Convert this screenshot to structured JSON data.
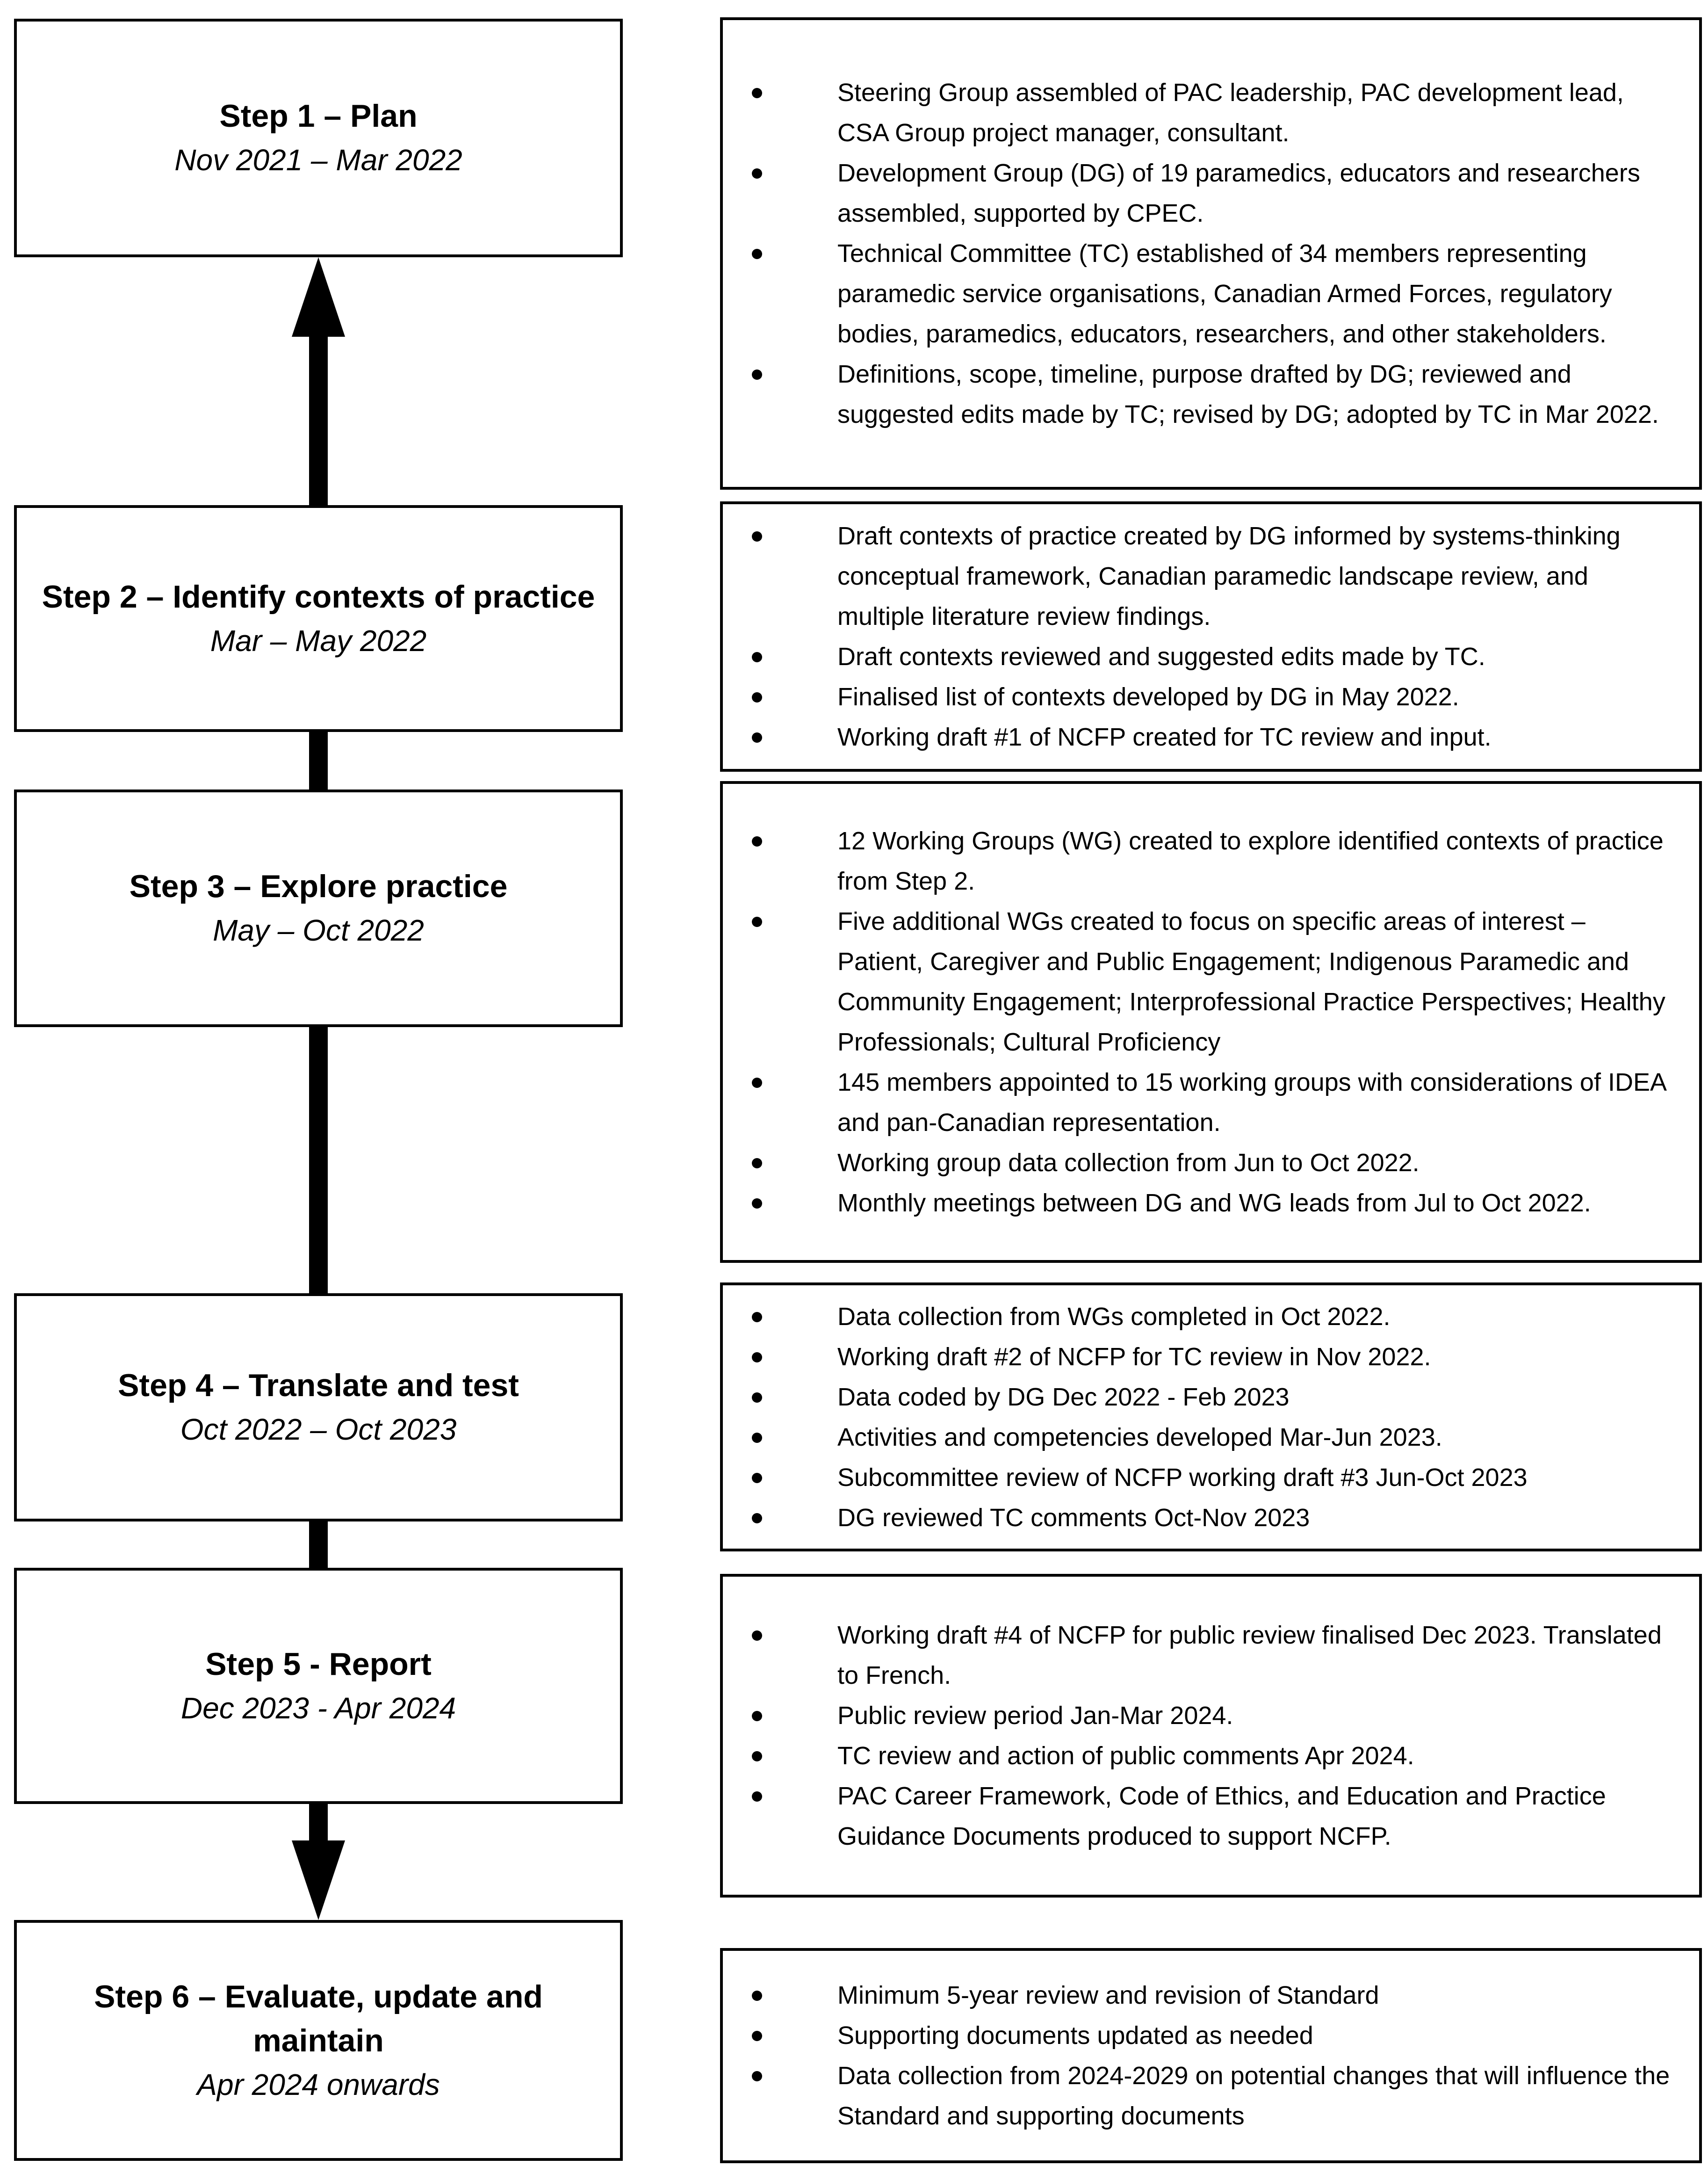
{
  "colors": {
    "background": "#ffffff",
    "border": "#000000",
    "text": "#000000"
  },
  "steps": [
    {
      "title": "Step 1 – Plan",
      "dates": "Nov 2021 – Mar 2022"
    },
    {
      "title": "Step 2 – Identify contexts of practice",
      "dates": "Mar – May 2022"
    },
    {
      "title": "Step 3 – Explore practice",
      "dates": "May – Oct 2022"
    },
    {
      "title": "Step 4 – Translate and test",
      "dates": "Oct 2022 – Oct 2023"
    },
    {
      "title": "Step 5 - Report",
      "dates": "Dec 2023 - Apr 2024"
    },
    {
      "title": "Step 6 – Evaluate, update and maintain",
      "dates": "Apr 2024 onwards"
    }
  ],
  "details": [
    {
      "bullets": [
        "Steering Group assembled of PAC leadership, PAC development lead, CSA Group project manager, consultant.",
        "Development Group (DG) of 19 paramedics, educators and researchers assembled, supported by CPEC.",
        "Technical Committee (TC) established of 34 members representing paramedic service organisations, Canadian Armed Forces, regulatory bodies, paramedics, educators, researchers, and other stakeholders.",
        "Definitions, scope, timeline, purpose drafted by DG; reviewed and suggested edits made by TC; revised by DG; adopted by TC in Mar 2022."
      ]
    },
    {
      "bullets": [
        "Draft contexts of practice created by DG informed by systems-thinking conceptual framework, Canadian paramedic landscape review, and multiple literature review findings.",
        "Draft contexts reviewed and suggested edits made by TC.",
        "Finalised list of contexts developed by DG in May 2022.",
        "Working draft #1 of NCFP created for TC review and input."
      ]
    },
    {
      "bullets": [
        "12 Working Groups (WG) created to explore identified contexts of practice from Step 2.",
        "Five additional WGs created to focus on specific areas of interest – Patient, Caregiver and Public Engagement; Indigenous Paramedic and Community Engagement; Interprofessional Practice Perspectives; Healthy Professionals; Cultural Proficiency",
        "145 members appointed to 15 working groups with considerations of IDEA and pan-Canadian representation.",
        "Working group data collection from Jun to Oct 2022.",
        "Monthly meetings between DG and WG leads from Jul to Oct 2022."
      ]
    },
    {
      "bullets": [
        "Data collection from WGs completed in Oct 2022.",
        "Working draft #2 of NCFP for TC review in Nov 2022.",
        "Data coded by DG Dec 2022 - Feb 2023",
        "Activities and competencies developed Mar-Jun 2023.",
        "Subcommittee review of NCFP working draft #3 Jun-Oct 2023",
        "DG reviewed TC comments Oct-Nov 2023"
      ]
    },
    {
      "bullets": [
        "Working draft #4 of NCFP for public review finalised Dec 2023. Translated to French.",
        "Public review period Jan-Mar 2024.",
        "TC review and action of public comments Apr 2024.",
        "PAC Career Framework, Code of Ethics, and Education and Practice Guidance Documents produced to support NCFP."
      ]
    },
    {
      "bullets": [
        "Minimum 5-year review and revision of Standard",
        "Supporting documents updated as needed",
        "Data collection from 2024-2029 on potential changes that will influence the Standard and supporting documents"
      ]
    }
  ]
}
